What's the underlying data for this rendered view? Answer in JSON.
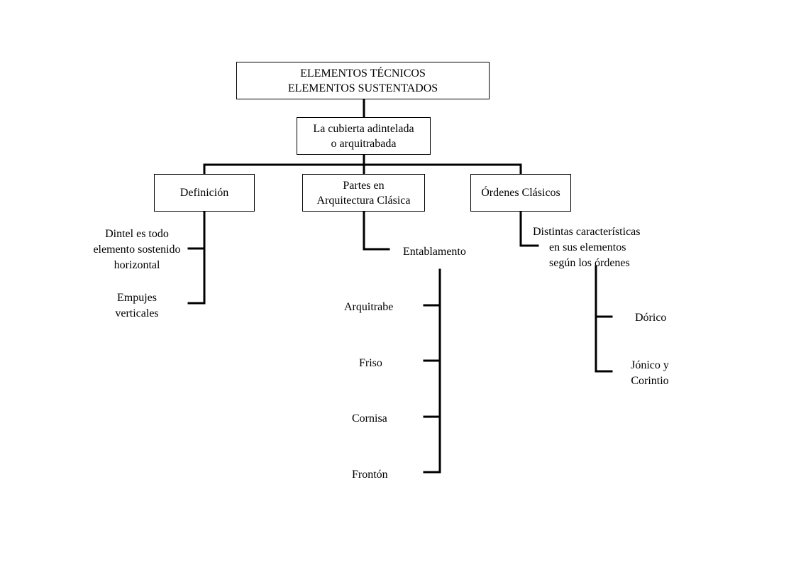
{
  "diagram": {
    "root": {
      "line1": "ELEMENTOS TÉCNICOS",
      "line2": "ELEMENTOS SUSTENTADOS"
    },
    "level1": {
      "line1": "La cubierta adintelada",
      "line2": "o arquitrabada"
    },
    "definicion": {
      "label": "Definición",
      "items": [
        {
          "lines": [
            "Dintel es todo",
            "elemento sostenido",
            "horizontal"
          ]
        },
        {
          "lines": [
            "Empujes",
            "verticales"
          ]
        }
      ]
    },
    "partes": {
      "line1": "Partes en",
      "line2": "Arquitectura Clásica",
      "child": "Entablamento",
      "items": [
        "Arquitrabe",
        "Friso",
        "Cornisa",
        "Frontón"
      ]
    },
    "ordenes": {
      "label": "Órdenes Clásicos",
      "child": {
        "lines": [
          "Distintas características",
          "en sus elementos",
          "según los órdenes"
        ]
      },
      "items": [
        {
          "lines": [
            "Dórico"
          ]
        },
        {
          "lines": [
            "Jónico y",
            "Corintio"
          ]
        }
      ]
    }
  }
}
